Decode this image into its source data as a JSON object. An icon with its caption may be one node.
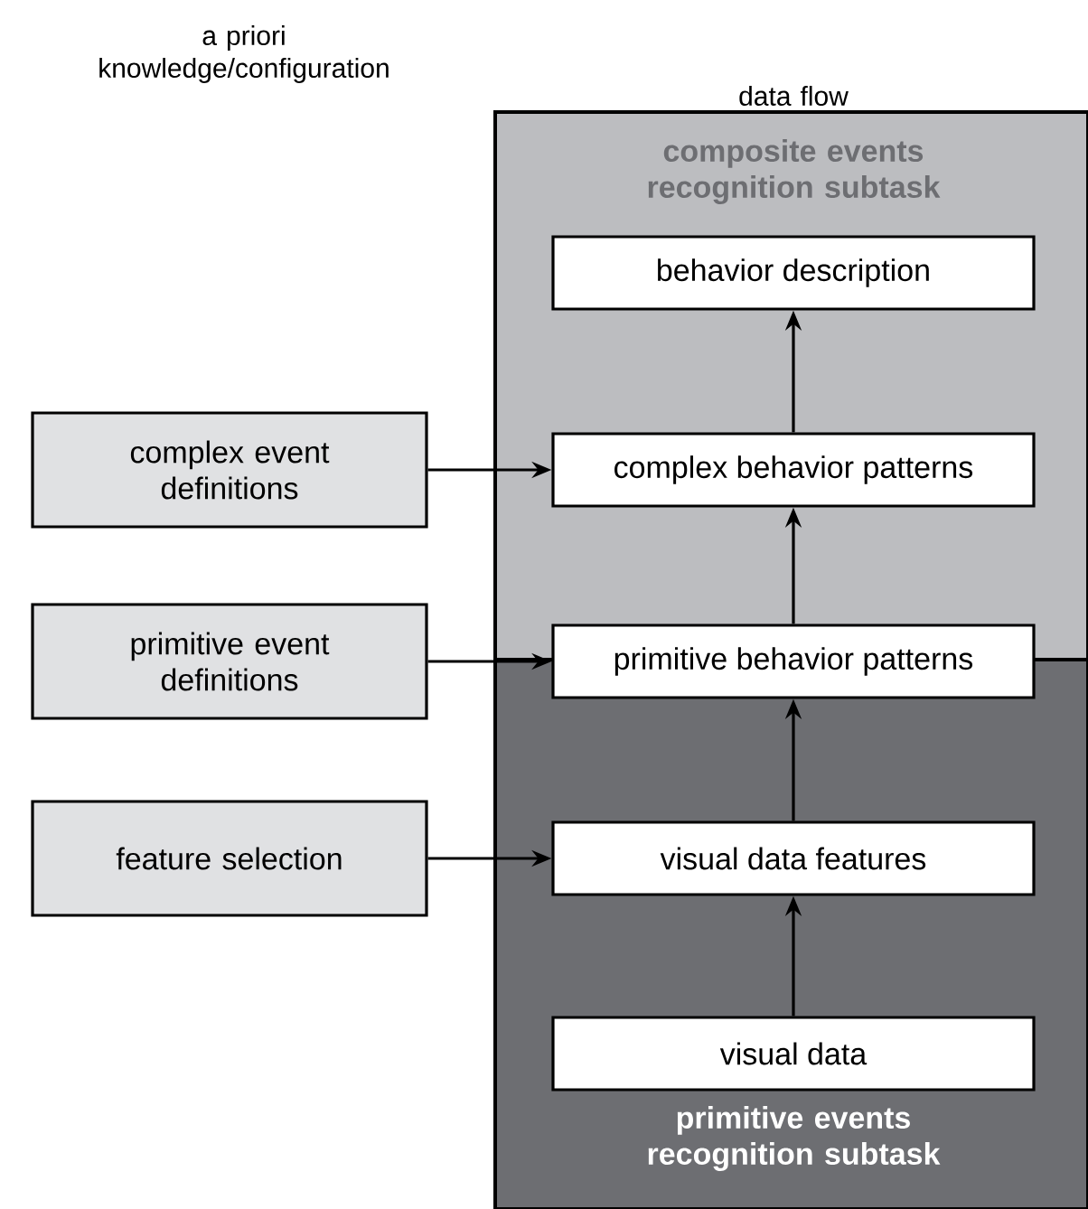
{
  "diagram": {
    "nodes": [
      {
        "text": [
          "composite events recognition subtask"
        ]
      },
      {
        "text": [
          "primitive events recognition subtask"
        ]
      },
      {
        "text": [
          "behavior description"
        ],
        "in": 0
      },
      {
        "text": [
          "complex behavior patterns"
        ],
        "in": 0
      },
      {
        "text": [
          "primitive behavior patterns"
        ]
      },
      {
        "text": [
          "visual data features"
        ],
        "in": 1
      },
      {
        "text": [
          "visual data"
        ],
        "in": 1
      },
      {
        "text": [
          "complex event definitions"
        ]
      },
      {
        "text": [
          "primitive event definitions"
        ]
      },
      {
        "text": [
          "feature selection"
        ]
      }
    ],
    "edges": [
      {
        "from": 6,
        "to": 5,
        "arrow": "to"
      },
      {
        "from": 5,
        "to": 4,
        "arrow": "to"
      },
      {
        "from": 4,
        "to": 3,
        "arrow": "to"
      },
      {
        "from": 3,
        "to": 2,
        "arrow": "to"
      },
      {
        "from": 7,
        "to": 3,
        "arrow": "to"
      },
      {
        "from": 8,
        "to": 4,
        "arrow": "to"
      },
      {
        "from": 9,
        "to": 5,
        "arrow": "to"
      }
    ],
    "labels": [
      "a priori knowledge/configuration",
      "data flow"
    ]
  }
}
